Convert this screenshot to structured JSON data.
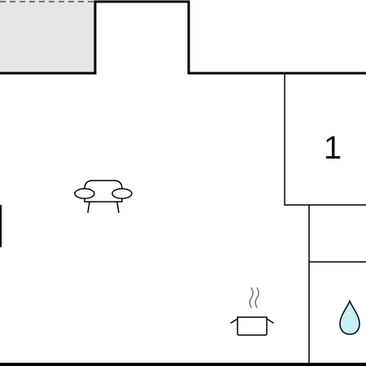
{
  "floorplan": {
    "rooms": [
      {
        "id": "bedroom",
        "label": "1"
      }
    ],
    "icons": [
      {
        "name": "sofa-icon",
        "meaning": "living area"
      },
      {
        "name": "cooking-pot-icon",
        "meaning": "kitchen"
      },
      {
        "name": "water-drop-icon",
        "meaning": "bathroom"
      }
    ],
    "colors": {
      "wall": "#000000",
      "terrace_fill": "#e6e6e6",
      "water": "#c9eef6",
      "background": "#ffffff"
    }
  }
}
